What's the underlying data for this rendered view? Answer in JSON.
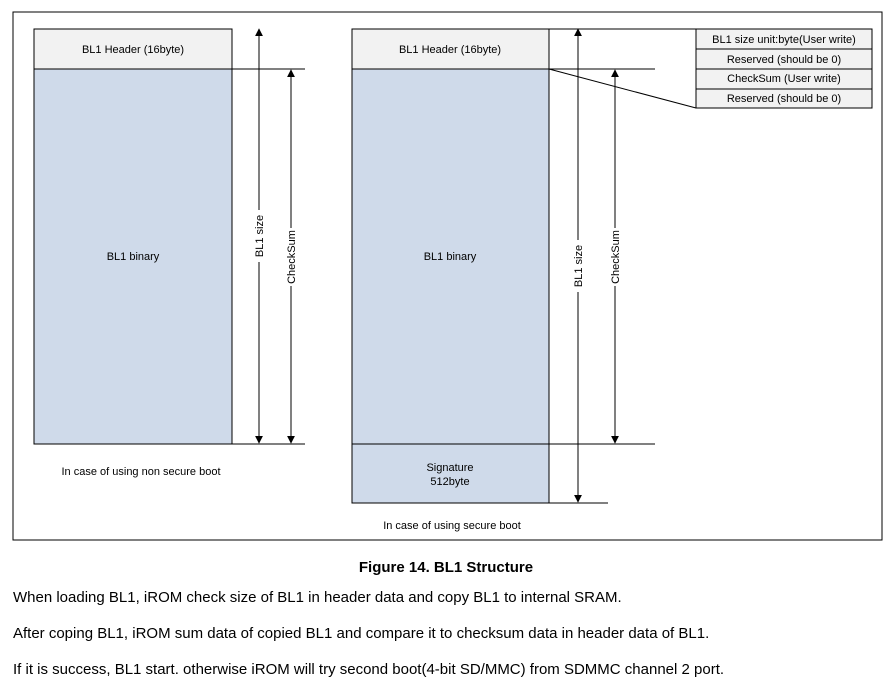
{
  "diagram": {
    "left_column": {
      "header_label": "BL1 Header (16byte)",
      "binary_label": "BL1 binary",
      "size_label": "BL1 size",
      "checksum_label": "CheckSum",
      "case_label": "In case of using non secure boot"
    },
    "right_column": {
      "header_label": "BL1 Header (16byte)",
      "binary_label": "BL1 binary",
      "size_label": "BL1 size",
      "checksum_label": "CheckSum",
      "signature_line1": "Signature",
      "signature_line2": "512byte",
      "case_label": "In case of using secure boot"
    },
    "header_detail": [
      "BL1 size unit:byte(User write)",
      "Reserved (should be 0)",
      "CheckSum (User write)",
      "Reserved (should be 0)"
    ]
  },
  "caption": "Figure 14. BL1 Structure",
  "paragraphs": [
    "When loading BL1, iROM check size of BL1 in header data and copy BL1 to internal SRAM.",
    "After coping BL1, iROM sum data of copied BL1 and compare it to checksum data in header data of BL1.",
    "If it is success, BL1 start. otherwise iROM will try second boot(4-bit SD/MMC) from SDMMC channel 2 port."
  ],
  "colors": {
    "header_fill": "#f2f2f2",
    "binary_fill": "#cfdaea",
    "line": "#000000"
  }
}
